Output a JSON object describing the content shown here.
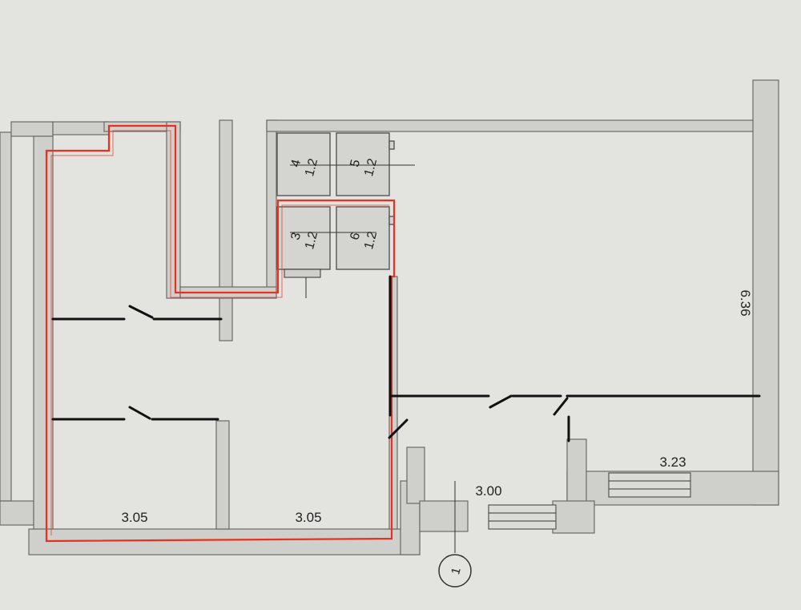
{
  "dimensions": {
    "left_room_width": "3.05",
    "middle_room_width": "3.05",
    "entrance_width": "3.00",
    "right_room_width": "3.23",
    "right_room_depth": "6.36"
  },
  "cells": [
    {
      "num": "4",
      "size": "1.2"
    },
    {
      "num": "5",
      "size": "1.2"
    },
    {
      "num": "3",
      "size": "1.2"
    },
    {
      "num": "6",
      "size": "1.2"
    }
  ],
  "axis_marker": "1",
  "colors": {
    "background": "#e3e3e0",
    "wall_fill": "#cfcfcc",
    "wall_stroke": "#6a6a6a",
    "highlight_outline": "#e8321f",
    "added_partitions": "#111111"
  }
}
